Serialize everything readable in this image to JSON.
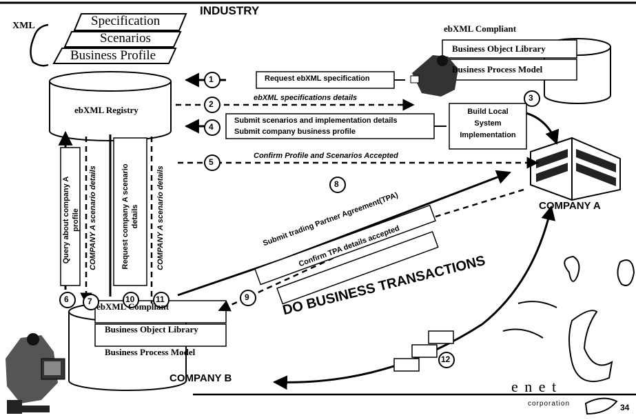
{
  "header": {
    "industry": "INDUSTRY",
    "xml_label": "XML",
    "stack_docs": [
      "Specification",
      "Scenarios",
      "Business Profile"
    ]
  },
  "registry": {
    "label": "ebXML Registry"
  },
  "company_a_compliant": {
    "title": "ebXML Compliant",
    "rows": [
      "Business Object Library",
      "Business Process Model"
    ]
  },
  "company_b_compliant": {
    "title": "ebXML Compliant",
    "rows": [
      "Business Object Library",
      "Business Process Model"
    ]
  },
  "steps": {
    "s1": "1",
    "s2": "2",
    "s3": "3",
    "s4": "4",
    "s5": "5",
    "s6": "6",
    "s7": "7",
    "s8": "8",
    "s9": "9",
    "s10": "10",
    "s11": "11",
    "s12": "12"
  },
  "messages": {
    "m1": "Request ebXML specification",
    "m2": "ebXML specifications details",
    "m3_line1": "Build Local",
    "m3_line2": "System",
    "m3_line3": "Implementation",
    "m4_line1": "Submit scenarios and implementation details",
    "m4_line2": "Submit company business profile",
    "m5": "Confirm Profile and Scenarios Accepted",
    "m6_line1": "Query about company A",
    "m6_line2": "profile",
    "m7": "COMPANY A scenario details",
    "m10_line1": "Request company A scenario",
    "m10_line2": "details",
    "m11": "COMPANY A scenario details",
    "m8": "Submit trading Partner Agreement(TPA)",
    "m9": "Confirm TPA details accepted",
    "m12": "DO BUSINESS TRANSACTIONS"
  },
  "companies": {
    "a": "COMPANY A",
    "b": "COMPANY B"
  },
  "footer": {
    "brand_main": "e n e t",
    "brand_sub": "corporation",
    "page_number": "34"
  }
}
